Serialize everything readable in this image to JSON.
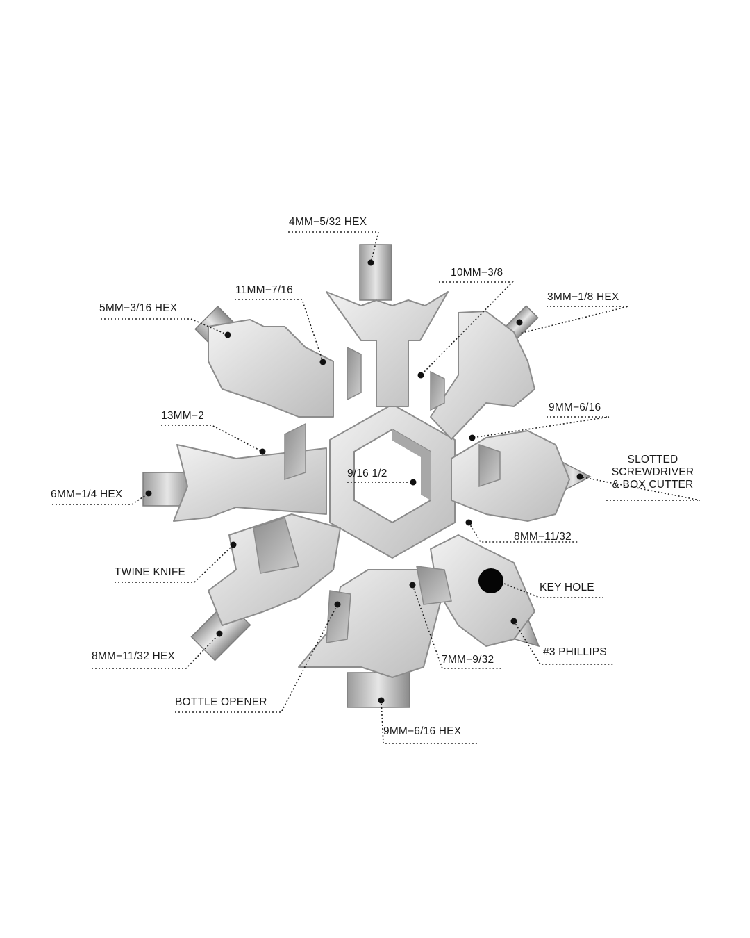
{
  "labels": {
    "hex_4mm": "4MM−5/32 HEX",
    "w_10mm": "10MM−3/8",
    "hex_3mm": "3MM−1/8 HEX",
    "w_11mm": "11MM−7/16",
    "hex_5mm": "5MM−3/16 HEX",
    "w_9mm": "9MM−6/16",
    "slotted_1": "SLOTTED",
    "slotted_2": "SCREWDRIVER",
    "slotted_3": "& BOX CUTTER",
    "w_13mm": "13MM−2",
    "center": "9/16 1/2",
    "hex_6mm": "6MM−1/4 HEX",
    "w_8mm": "8MM−11/32",
    "twine_knife": "TWINE KNIFE",
    "key_hole": "KEY HOLE",
    "phillips": "#3 PHILLIPS",
    "hex_8mm": "8MM−11/32 HEX",
    "w_7mm": "7MM−9/32",
    "bottle_opener": "BOTTLE OPENER",
    "hex_9mm": "9MM−6/16 HEX"
  }
}
